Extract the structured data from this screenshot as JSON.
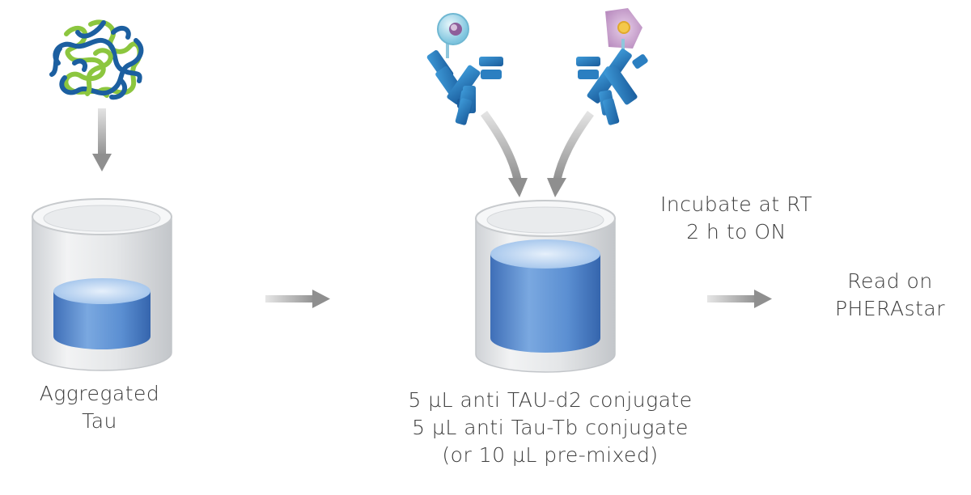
{
  "step_aggregated": {
    "lines": [
      "Aggregated",
      "Tau"
    ]
  },
  "step_conjugates": {
    "lines": [
      "5 µL anti TAU-d2 conjugate",
      "5 µL anti Tau-Tb conjugate",
      "(or 10 µL pre-mixed)"
    ]
  },
  "step_incubate": {
    "lines": [
      "Incubate at RT",
      "2 h to ON"
    ]
  },
  "step_read": {
    "lines": [
      "Read on",
      "PHERAstar"
    ]
  },
  "colors": {
    "protein_blue": "#1c5fa0",
    "protein_green": "#8cc63f",
    "antibody_blue": "#2b7fc1",
    "liquid_blue": "#5f94d6",
    "arrow_gray": "#a6a6a6",
    "d2_label_purple": "#c9a3cf",
    "tb_label_cyan": "#9fd3e6"
  },
  "icons": {
    "protein": "aggregated-tau-protein-icon",
    "antibody_d2": "antibody-d2-conjugate-icon",
    "antibody_tb": "antibody-tb-conjugate-icon",
    "vial_left": "vial-icon",
    "vial_right": "vial-icon"
  }
}
